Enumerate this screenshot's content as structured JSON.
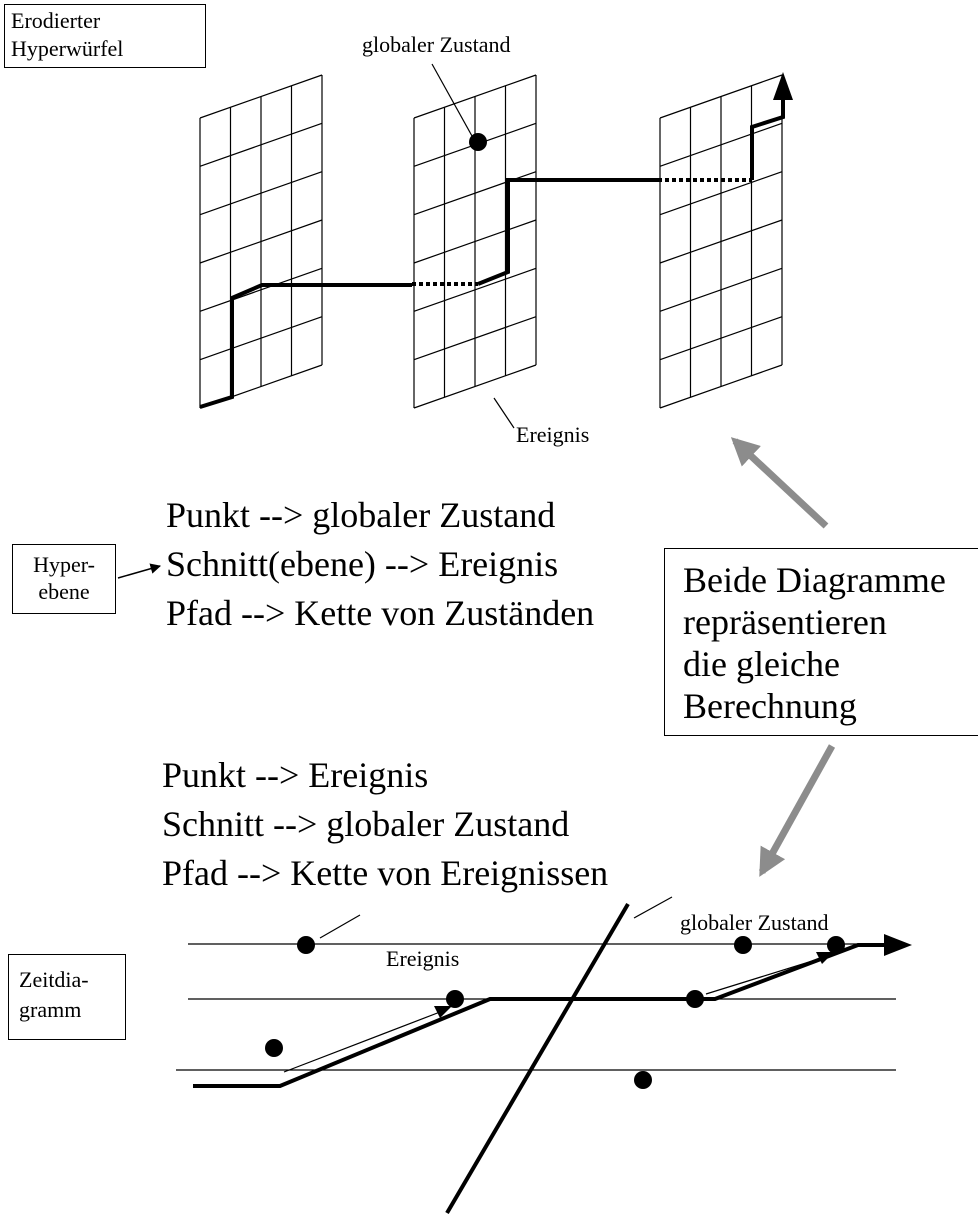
{
  "labels": {
    "hypercube_box": [
      "Erodierter",
      "Hyperwürfel"
    ],
    "global_state_top": "globaler Zustand",
    "event_top": "Ereignis",
    "hyperplane_box": [
      "Hyper-",
      "ebene"
    ],
    "mapping_top": [
      "Punkt --> globaler Zustand",
      "Schnitt(ebene) --> Ereignis",
      "Pfad --> Kette von Zuständen"
    ],
    "equivalence_box": [
      "Beide Diagramme",
      "repräsentieren",
      "die gleiche",
      "Berechnung"
    ],
    "mapping_bottom": [
      "Punkt  --> Ereignis",
      "Schnitt  --> globaler Zustand",
      "Pfad --> Kette von Ereignissen"
    ],
    "global_state_bottom": "globaler Zustand",
    "event_bottom": "Ereignis",
    "timeline_box": [
      "Zeitdia-",
      "gramm"
    ]
  },
  "colors": {
    "ink": "#000000",
    "transition_arrow": "#8c8c8c"
  }
}
